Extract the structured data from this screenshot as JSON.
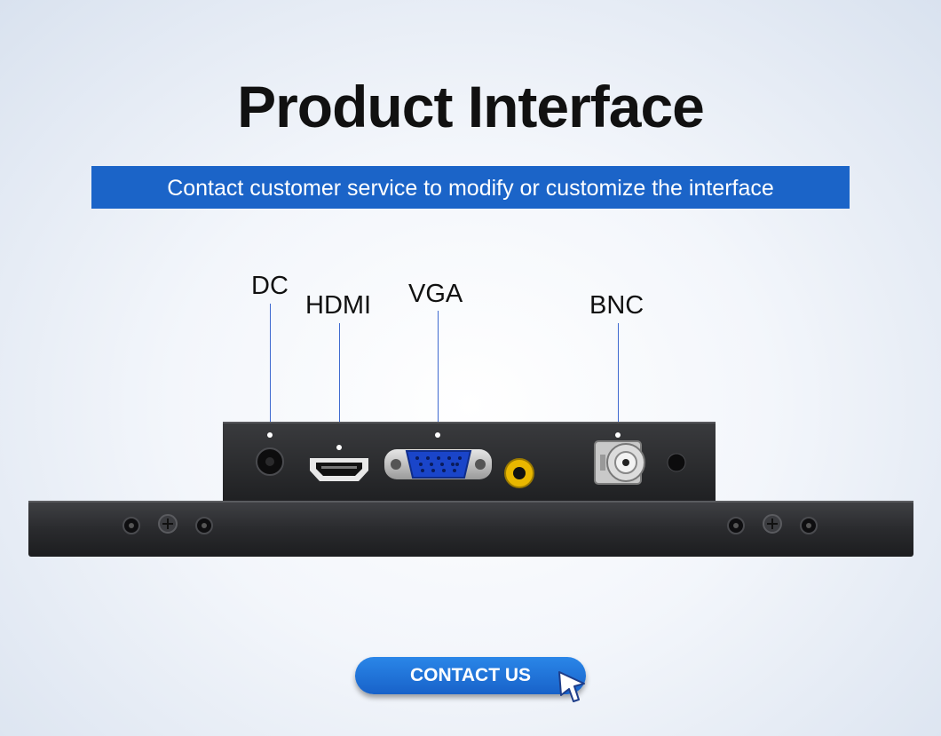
{
  "header": {
    "title": "Product Interface",
    "subtitle": "Contact customer service to modify or customize the interface"
  },
  "ports": [
    {
      "label": "DC",
      "icon": "dc-jack-icon"
    },
    {
      "label": "HDMI",
      "icon": "hdmi-port-icon"
    },
    {
      "label": "VGA",
      "icon": "vga-port-icon"
    },
    {
      "label": "BNC",
      "icon": "bnc-port-icon"
    }
  ],
  "cta": {
    "label": "CONTACT US",
    "icon": "cursor-arrow-icon"
  },
  "colors": {
    "banner": "#1b64c8",
    "button": "#1f72d8",
    "leader": "#3f6ad0"
  }
}
